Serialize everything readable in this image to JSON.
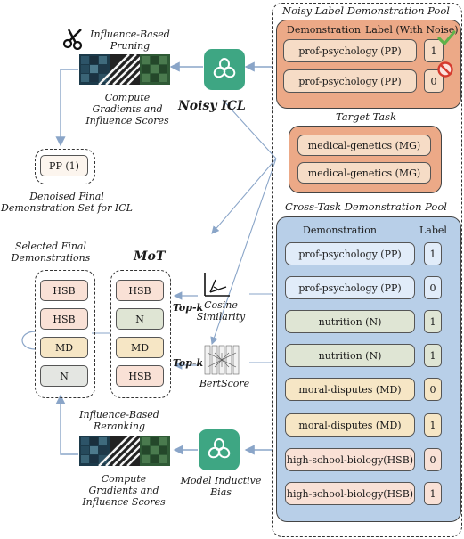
{
  "noisy_pool": {
    "title": "Noisy Label Demonstration Pool",
    "header_demo": "Demonstration",
    "header_label": "Label (With Noise)",
    "rows": [
      {
        "text": "prof-psychology (PP)",
        "label": "1",
        "mark": "check"
      },
      {
        "text": "prof-psychology (PP)",
        "label": "0",
        "mark": "cross"
      }
    ]
  },
  "target_task": {
    "title": "Target Task",
    "rows": [
      "medical-genetics (MG)",
      "medical-genetics (MG)"
    ]
  },
  "cross_pool": {
    "title": "Cross-Task Demonstration Pool",
    "header_demo": "Demonstration",
    "header_label": "Label",
    "rows": [
      {
        "text": "prof-psychology (PP)",
        "label": "1"
      },
      {
        "text": "prof-psychology (PP)",
        "label": "0"
      },
      {
        "text": "nutrition (N)",
        "label": "1"
      },
      {
        "text": "nutrition (N)",
        "label": "1"
      },
      {
        "text": "moral-disputes (MD)",
        "label": "0"
      },
      {
        "text": "moral-disputes (MD)",
        "label": "1"
      },
      {
        "text": "high-school-biology(HSB)",
        "label": "0"
      },
      {
        "text": "high-school-biology(HSB)",
        "label": "1"
      }
    ]
  },
  "noisy_icl": {
    "title": "Noisy ICL",
    "pruning_label": "Influence-Based\nPruning",
    "compute_label": "Compute\nGradients and\nInfluence Scores",
    "result_box": "PP (1)",
    "result_caption": "Denoised Final\nDemonstration Set for ICL"
  },
  "mot": {
    "title": "MoT",
    "selected_caption": "Selected Final\nDemonstrations",
    "selected": [
      "HSB",
      "HSB",
      "MD",
      "N"
    ],
    "candidates": [
      "HSB",
      "N",
      "MD",
      "HSB"
    ],
    "topk_1": "Top-k",
    "topk_2": "Top-k",
    "cosine_label": "Cosine\nSimilarity",
    "bertscore_label": "BertScore",
    "rerank_label": "Influence-Based\nReranking",
    "compute_label": "Compute\nGradients and\nInfluence Scores",
    "bias_label": "Model Inductive\nBias"
  },
  "icons": {
    "scissors": "scissors-icon",
    "openai": "openai-logo-icon",
    "cosine": "cosine-similarity-icon",
    "bertscore": "bertscore-matrix-icon",
    "check": "check-icon",
    "cross": "prohibited-icon",
    "heatmap": "gradient-heatmap-icon"
  },
  "colors": {
    "orange_panel": "#eca987",
    "blue_panel": "#b8cfe8",
    "openai_green": "#3ea683"
  }
}
